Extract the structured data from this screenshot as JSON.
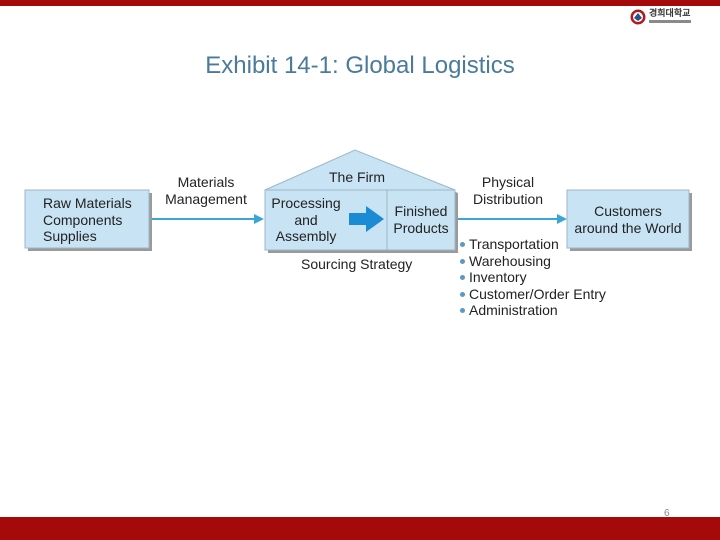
{
  "header": {
    "logo_text": "경희대학교"
  },
  "title": "Exhibit 14-1: Global Logistics",
  "diagram": {
    "raw_materials": [
      "Raw Materials",
      "Components",
      "Supplies"
    ],
    "materials_management": [
      "Materials",
      "Management"
    ],
    "the_firm": "The Firm",
    "processing": [
      "Processing",
      "and",
      "Assembly"
    ],
    "finished_products": [
      "Finished",
      "Products"
    ],
    "sourcing_strategy": "Sourcing Strategy",
    "physical_distribution": [
      "Physical",
      "Distribution"
    ],
    "customers": [
      "Customers",
      "around the World"
    ],
    "distribution_items": [
      "Transportation",
      "Warehousing",
      "Inventory",
      "Customer/Order Entry",
      "Administration"
    ]
  },
  "footer": {
    "page_number": "6"
  },
  "colors": {
    "brand_red": "#a50a0a",
    "title_blue": "#4a7a9c",
    "box_fill": "#c8e3f4",
    "arrow_blue": "#3aa6d8"
  }
}
